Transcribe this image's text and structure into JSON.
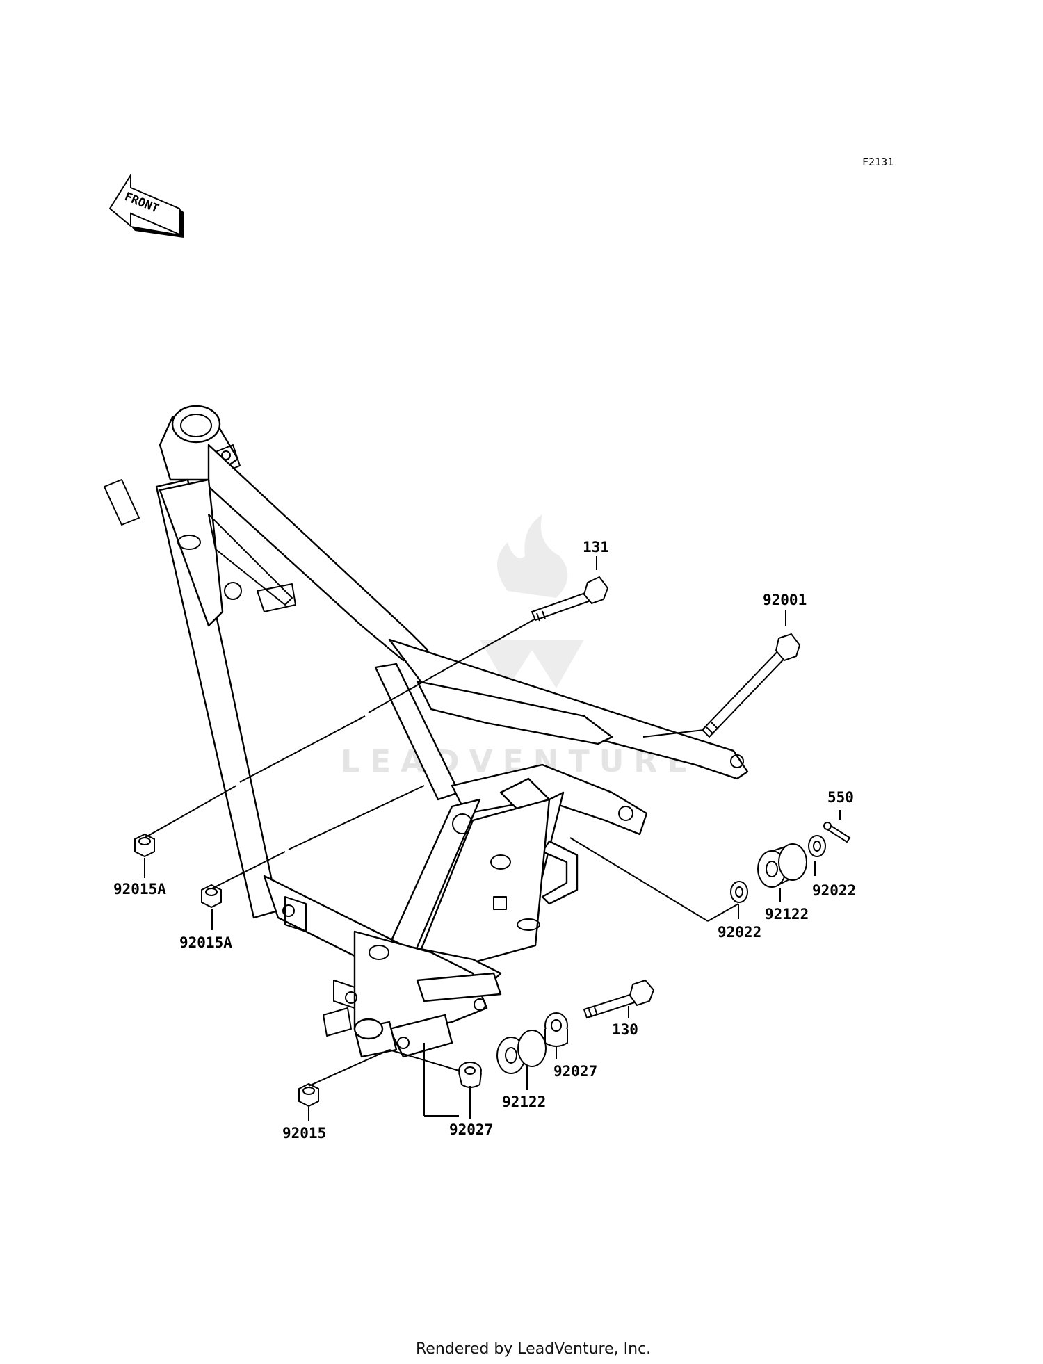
{
  "diagram": {
    "code": "F2131",
    "front_label": "FRONT",
    "watermark": "LEADVENTURE",
    "footer": "Rendered by LeadVenture, Inc.",
    "callouts": [
      {
        "id": "c131",
        "label": "131"
      },
      {
        "id": "c92001",
        "label": "92001"
      },
      {
        "id": "c550",
        "label": "550"
      },
      {
        "id": "c92015A_1",
        "label": "92015A"
      },
      {
        "id": "c92015A_2",
        "label": "92015A"
      },
      {
        "id": "c92015",
        "label": "92015"
      },
      {
        "id": "c92022_a",
        "label": "92022"
      },
      {
        "id": "c92022_b",
        "label": "92022"
      },
      {
        "id": "c92122_a",
        "label": "92122"
      },
      {
        "id": "c92122_b",
        "label": "92122"
      },
      {
        "id": "c92027_a",
        "label": "92027"
      },
      {
        "id": "c92027_b",
        "label": "92027"
      },
      {
        "id": "c130",
        "label": "130"
      }
    ]
  }
}
